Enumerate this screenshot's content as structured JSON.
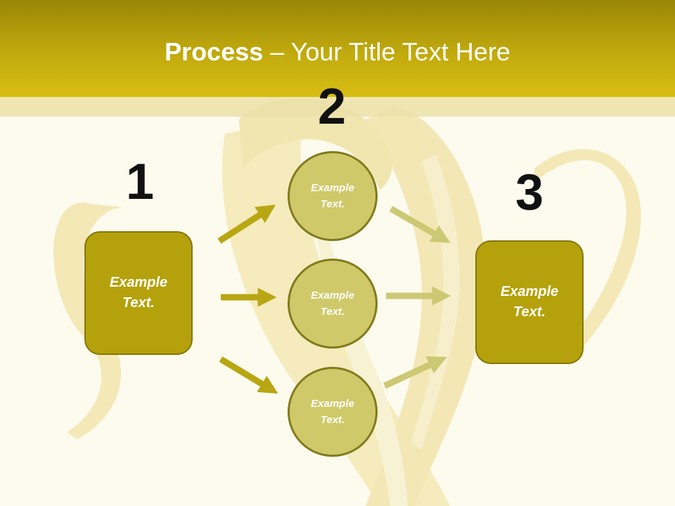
{
  "slide": {
    "title_bold": "Process",
    "title_rest": " – Your Title Text Here"
  },
  "steps": {
    "step1": {
      "number": "1",
      "text": "Example\nText."
    },
    "step2": {
      "number": "2",
      "items": [
        "Example\nText.",
        "Example\nText.",
        "Example\nText."
      ]
    },
    "step3": {
      "number": "3",
      "text": "Example\nText."
    }
  },
  "colors": {
    "header": "#c1aa0e",
    "box_fill": "#b5a10b",
    "circle_fill": "#cfc96a",
    "arrow_dark": "#b9a613",
    "arrow_light": "#cdc873"
  },
  "background_image": "peeled-banana-photo"
}
